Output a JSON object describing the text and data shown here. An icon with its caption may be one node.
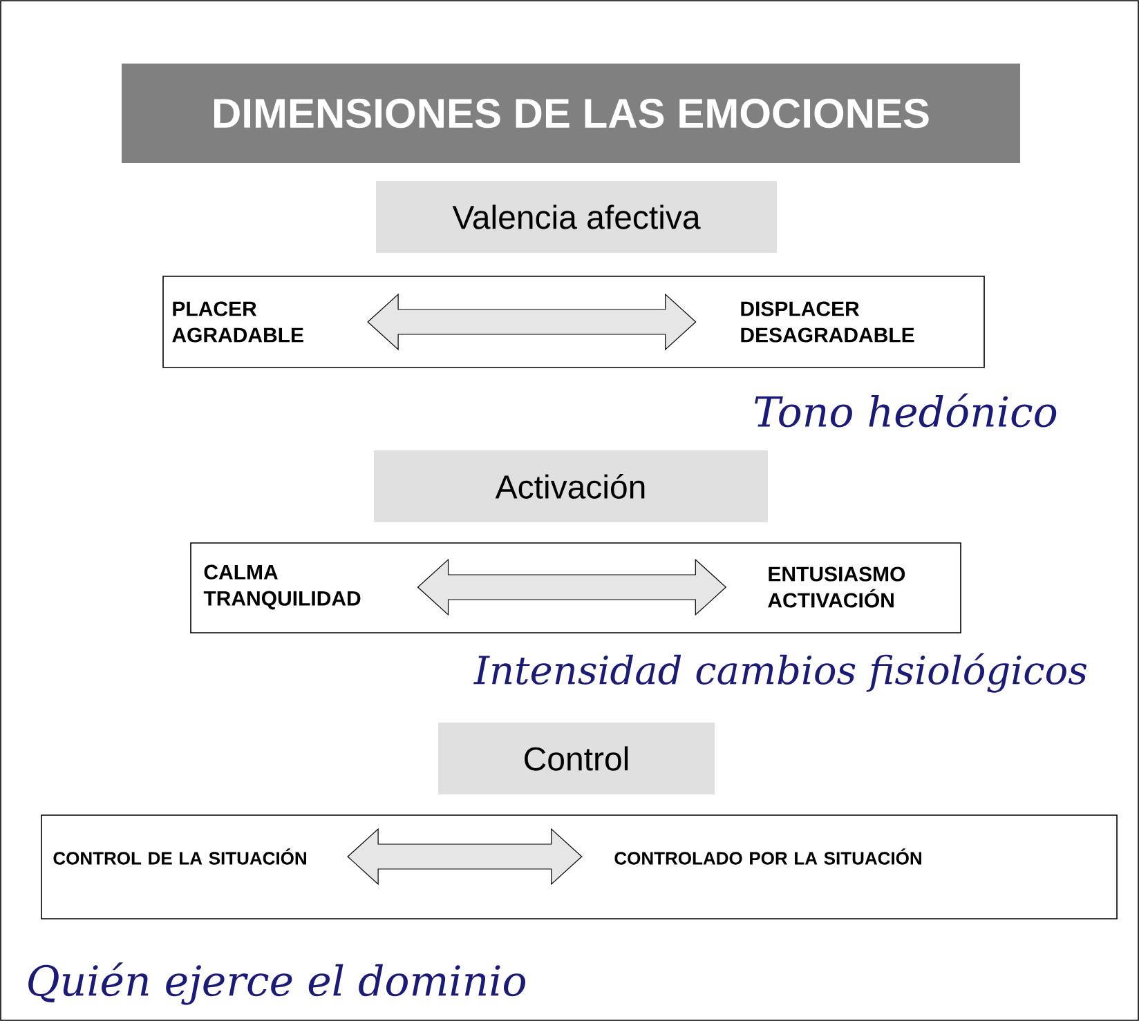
{
  "diagram": {
    "title": "DIMENSIONES DE LAS EMOCIONES",
    "nodes": [
      {
        "text": [
          "Valencia afectiva"
        ]
      },
      {
        "text": [],
        "shape": "box"
      },
      {
        "text": [
          "PLACER AGRADABLE"
        ],
        "in": 1
      },
      {
        "text": [
          "DISPLACER DESAGRADABLE"
        ],
        "in": 1
      },
      {
        "text": [
          "Activación"
        ]
      },
      {
        "text": [],
        "shape": "box"
      },
      {
        "text": [
          "CALMA TRANQUILIDAD"
        ],
        "in": 5
      },
      {
        "text": [
          "ENTUSIASMO ACTIVACIÓN"
        ],
        "in": 5
      },
      {
        "text": [
          "Control"
        ]
      },
      {
        "text": [],
        "shape": "box"
      },
      {
        "text": [
          "CONTROL DE LA SITUACIÓN"
        ],
        "in": 9
      },
      {
        "text": [
          "CONTROLADO POR LA SITUACIÓN"
        ],
        "in": 9
      }
    ],
    "edges": [
      {
        "from": 2,
        "to": 3,
        "arrow": "both"
      },
      {
        "from": 6,
        "to": 7,
        "arrow": "both"
      },
      {
        "from": 10,
        "to": 11,
        "arrow": "both"
      }
    ],
    "labels": [
      "Tono hedónico",
      "Intensidad cambios fisiológicos",
      "Quién ejerce el dominio"
    ]
  }
}
